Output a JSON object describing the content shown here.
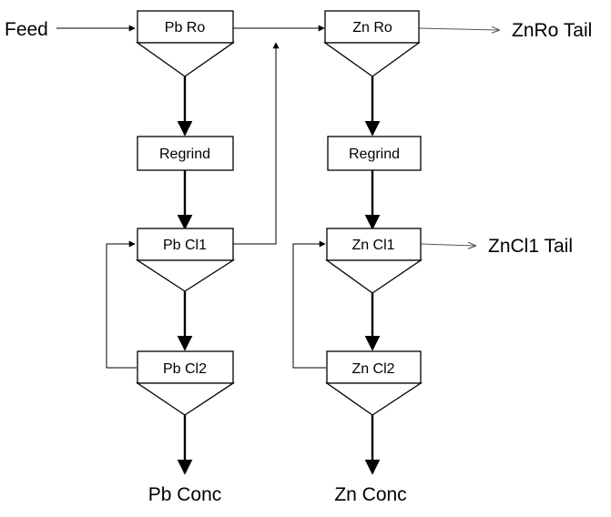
{
  "cells": {
    "pb_rougher": "Pb Ro",
    "pb_regrind": "Regrind",
    "pb_cleaner_1": "Pb Cl1",
    "pb_cleaner_2": "Pb Cl2",
    "zn_rougher": "Zn Ro",
    "zn_regrind": "Regrind",
    "zn_cleaner_1": "Zn Cl1",
    "zn_cleaner_2": "Zn Cl2"
  },
  "streams": {
    "feed": "Feed",
    "znro_tail": "ZnRo Tail",
    "zncl1_tail": "ZnCl1 Tail",
    "pb_conc": "Pb Conc",
    "zn_conc": "Zn Conc"
  },
  "colors": {
    "line": "#000000",
    "tail_arrow": "#555555",
    "background": "#ffffff"
  }
}
